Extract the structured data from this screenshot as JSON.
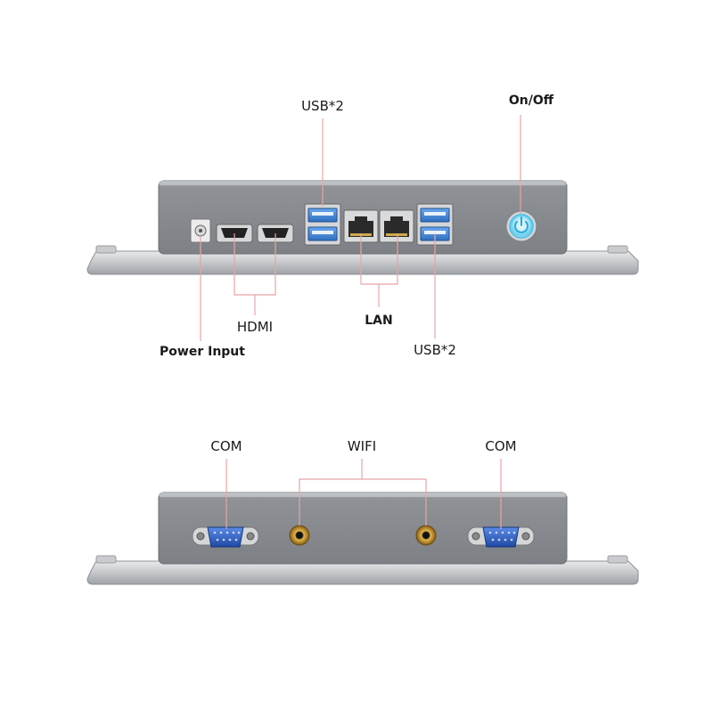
{
  "top_panel": {
    "labels": {
      "usb_top": "USB*2",
      "on_off": "On/Off",
      "hdmi": "HDMI",
      "lan": "LAN",
      "power_input": "Power Input",
      "usb_bottom": "USB*2"
    }
  },
  "bottom_panel": {
    "labels": {
      "com_left": "COM",
      "wifi": "WIFI",
      "com_right": "COM"
    }
  },
  "colors": {
    "leader_line": "#e8a5a7",
    "chassis": "#8a8d92",
    "usb_blue": "#3f86d6",
    "vga_blue": "#2d5fc4",
    "antenna_gold": "#c99a2e",
    "power_glow": "#5fd0f0"
  }
}
